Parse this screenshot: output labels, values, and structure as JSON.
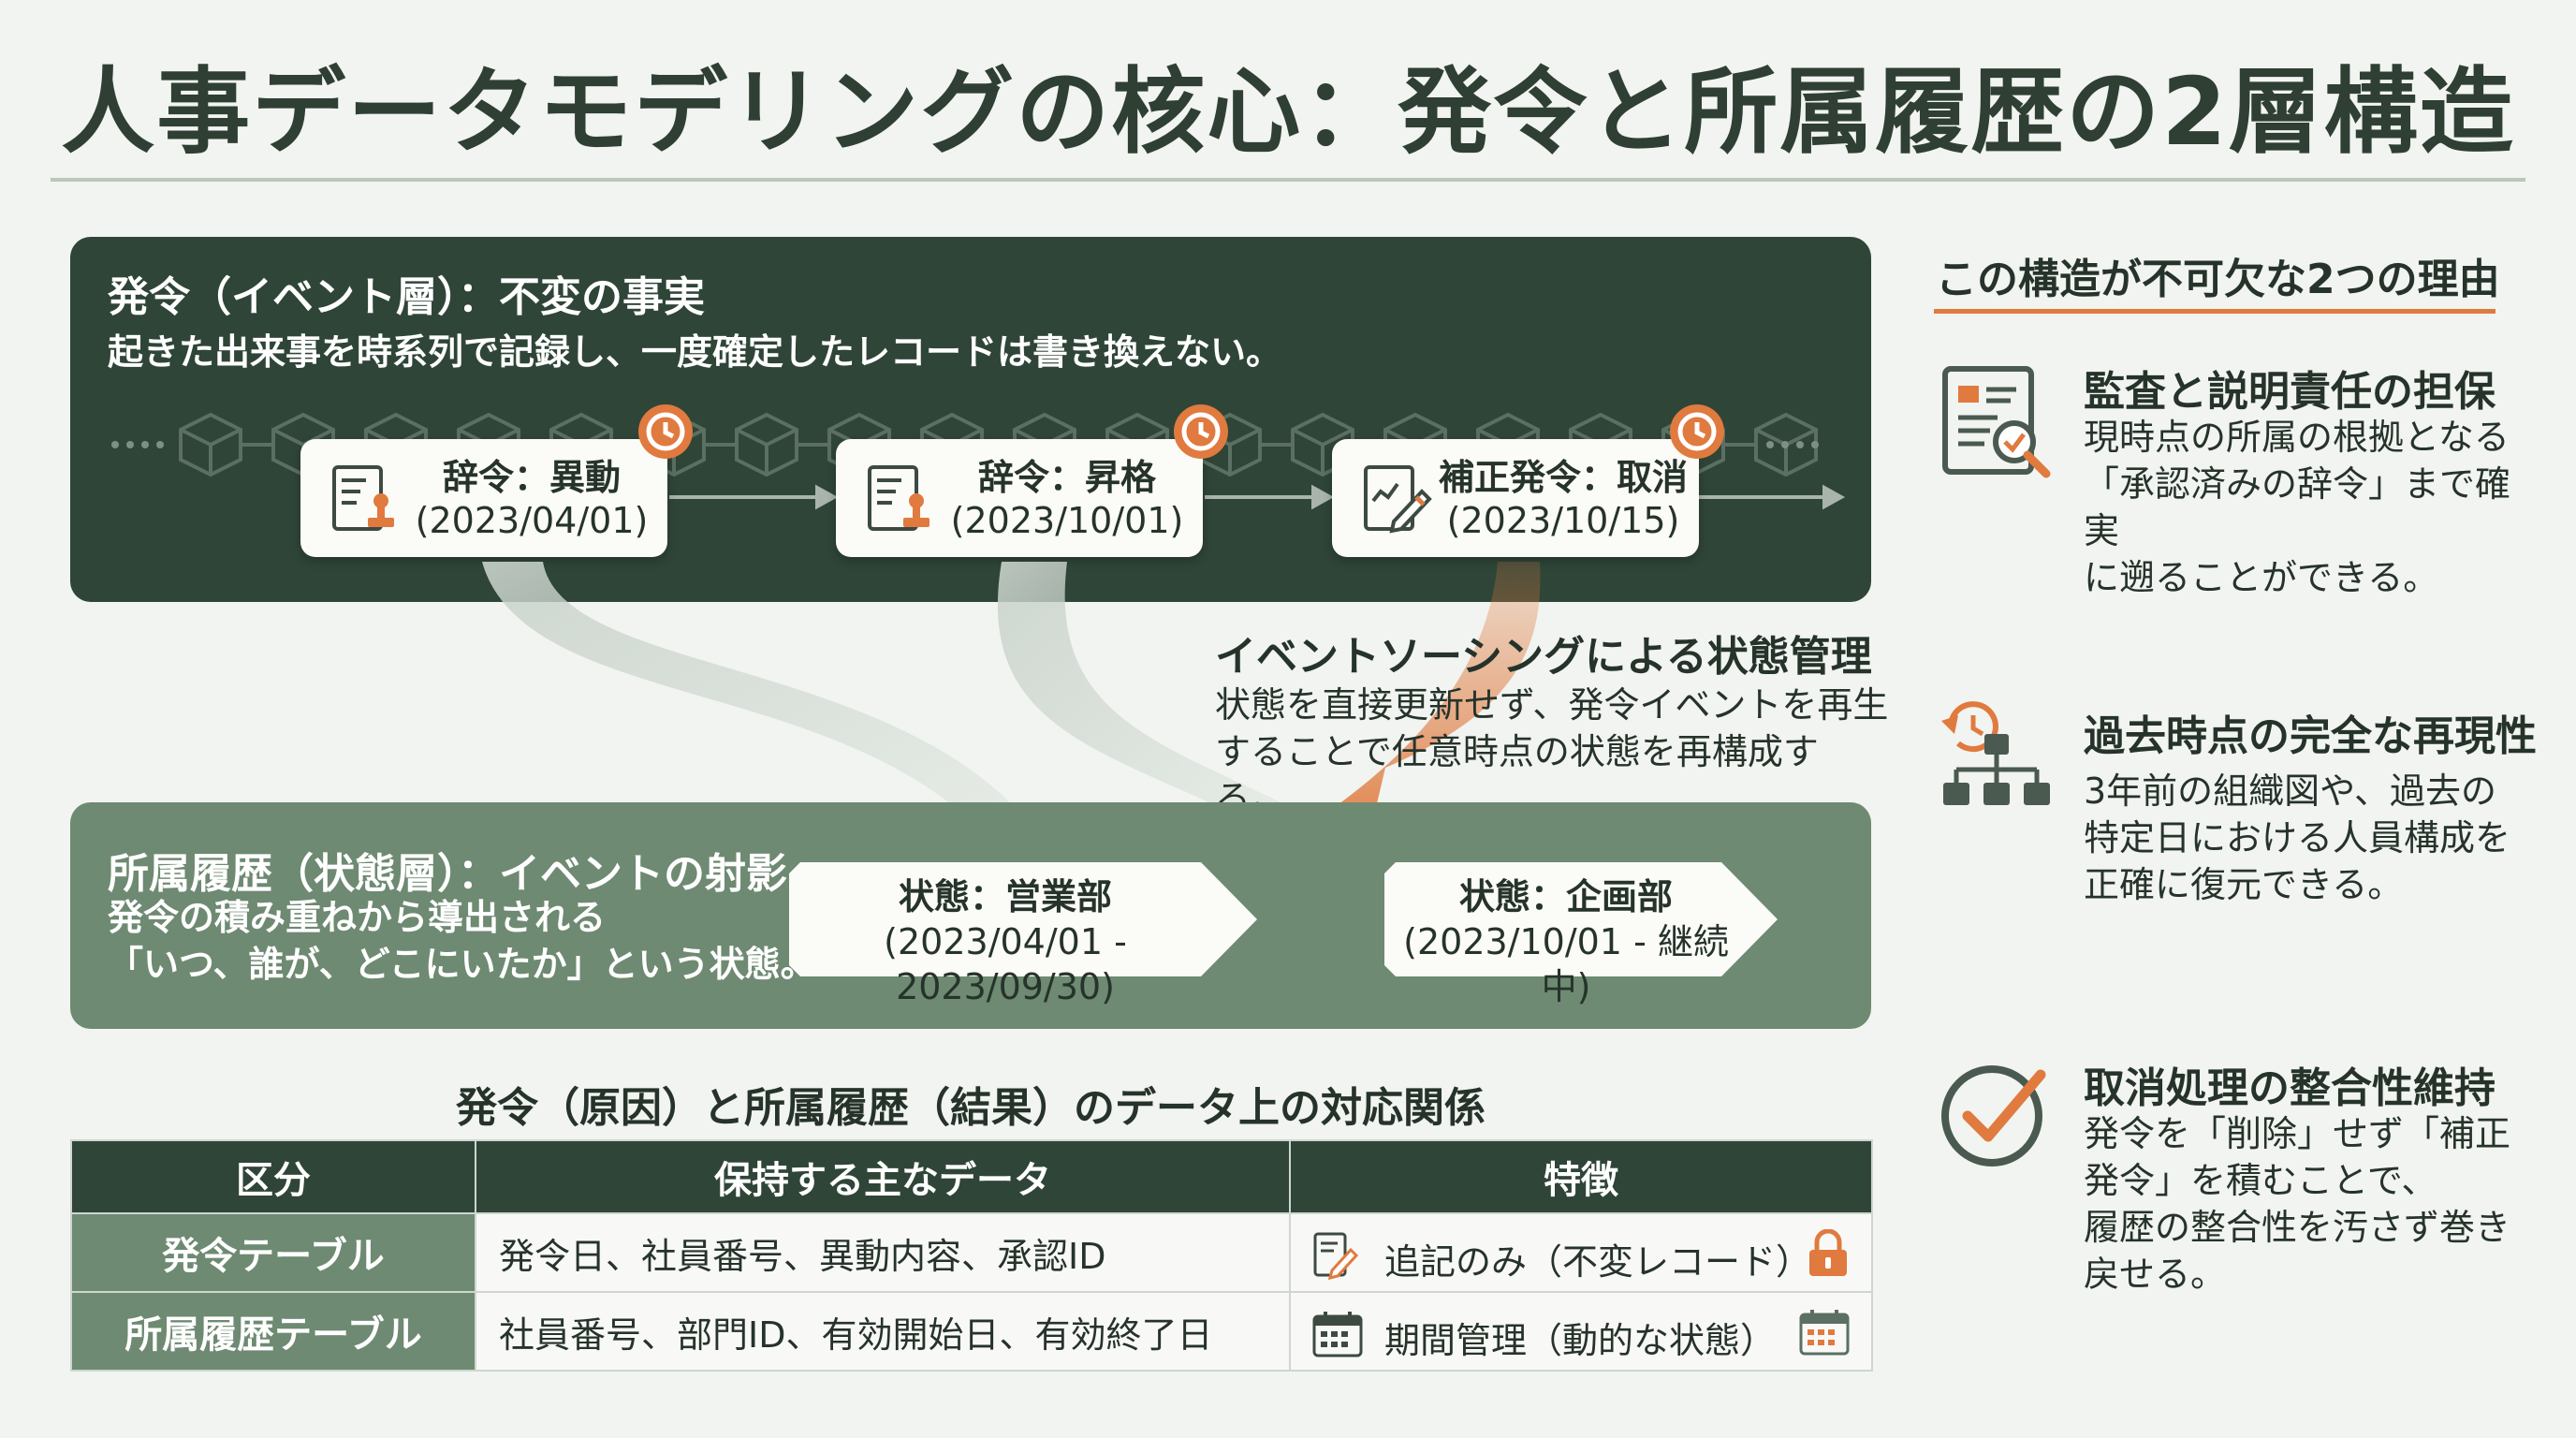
{
  "title": "人事データモデリングの核心：発令と所属履歴の2層構造",
  "event_layer": {
    "heading": "発令（イベント層）：不変の事実",
    "subtitle": "起きた出来事を時系列で記録し、一度確定したレコードは書き換えない。",
    "events": [
      {
        "type": "辞令：異動",
        "date": "(2023/04/01)",
        "icon": "stamp-document-icon"
      },
      {
        "type": "辞令：昇格",
        "date": "(2023/10/01)",
        "icon": "stamp-document-icon"
      },
      {
        "type": "補正発令：取消",
        "date": "(2023/10/15)",
        "icon": "edit-document-icon"
      }
    ]
  },
  "event_sourcing": {
    "heading": "イベントソーシングによる状態管理",
    "line1": "状態を直接更新せず、発令イベントを再生",
    "line2": "することで任意時点の状態を再構成する。"
  },
  "state_layer": {
    "heading": "所属履歴（状態層）：イベントの射影",
    "line1": "発令の積み重ねから導出される",
    "line2": "「いつ、誰が、どこにいたか」という状態。",
    "states": [
      {
        "label": "状態：営業部",
        "period": "(2023/04/01 - 2023/09/30)"
      },
      {
        "label": "状態：企画部",
        "period": "(2023/10/01 - 継続中)"
      }
    ]
  },
  "table": {
    "title": "発令（原因）と所属履歴（結果）のデータ上の対応関係",
    "headers": [
      "区分",
      "保持する主なデータ",
      "特徴"
    ],
    "rows": [
      {
        "category": "発令テーブル",
        "data": "発令日、社員番号、異動内容、承認ID",
        "feature": "追記のみ（不変レコード）",
        "icon_left": "edit-document-icon",
        "icon_right": "lock-icon"
      },
      {
        "category": "所属履歴テーブル",
        "data": "社員番号、部門ID、有効開始日、有効終了日",
        "feature": "期間管理（動的な状態）",
        "icon_left": "calendar-icon",
        "icon_right": "calendar-icon"
      }
    ]
  },
  "reasons": {
    "title": "この構造が不可欠な2つの理由",
    "items": [
      {
        "heading": "監査と説明責任の担保",
        "lines": [
          "現時点の所属の根拠となる",
          "「承認済みの辞令」まで確実",
          "に遡ることができる。"
        ],
        "icon": "audit-document-icon"
      },
      {
        "heading": "過去時点の完全な再現性",
        "lines": [
          "3年前の組織図や、過去の",
          "特定日における人員構成を",
          "正確に復元できる。"
        ],
        "icon": "history-org-chart-icon"
      },
      {
        "heading": "取消処理の整合性維持",
        "lines": [
          "発令を「削除」せず「補正",
          "発令」を積むことで、",
          "履歴の整合性を汚さず巻き",
          "戻せる。"
        ],
        "icon": "check-circle-icon"
      }
    ]
  },
  "colors": {
    "dark_green": "#2f4538",
    "mid_green": "#6e8a72",
    "accent_orange": "#e07a3f",
    "background": "#f1f4f0"
  }
}
